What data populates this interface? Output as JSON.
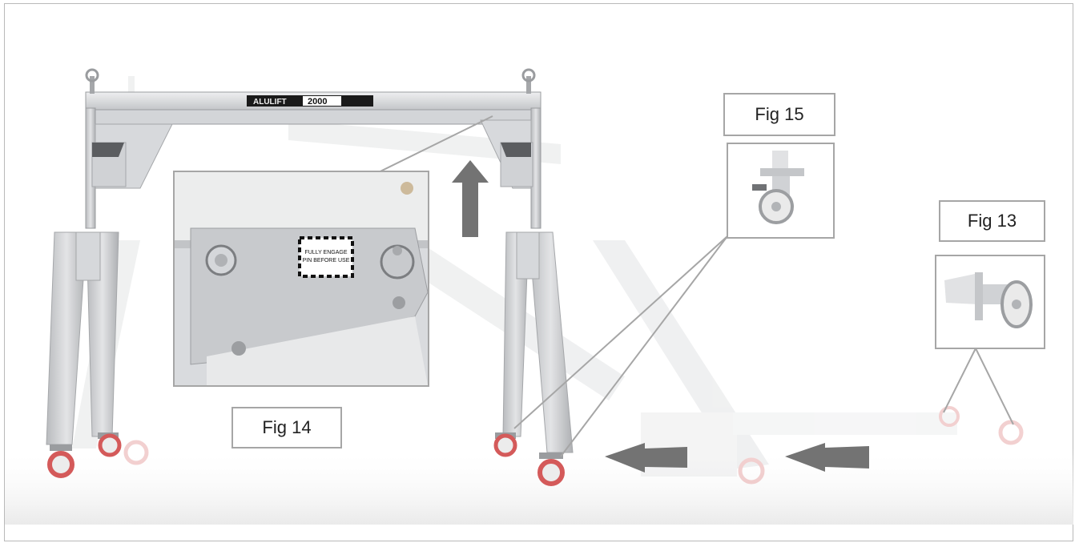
{
  "brand": {
    "logo_text": "ALULIFT",
    "model": "2000"
  },
  "callouts": {
    "fig13": "Fig 13",
    "fig14": "Fig 14",
    "fig15": "Fig 15"
  },
  "warning_label": {
    "line1": "FULLY ENGAGE",
    "line2": "PIN BEFORE USE"
  },
  "colors": {
    "frame_metal": "#c9cbce",
    "arrow": "#737373",
    "wheel": "#d45a5a",
    "border": "#a6a6a6"
  }
}
